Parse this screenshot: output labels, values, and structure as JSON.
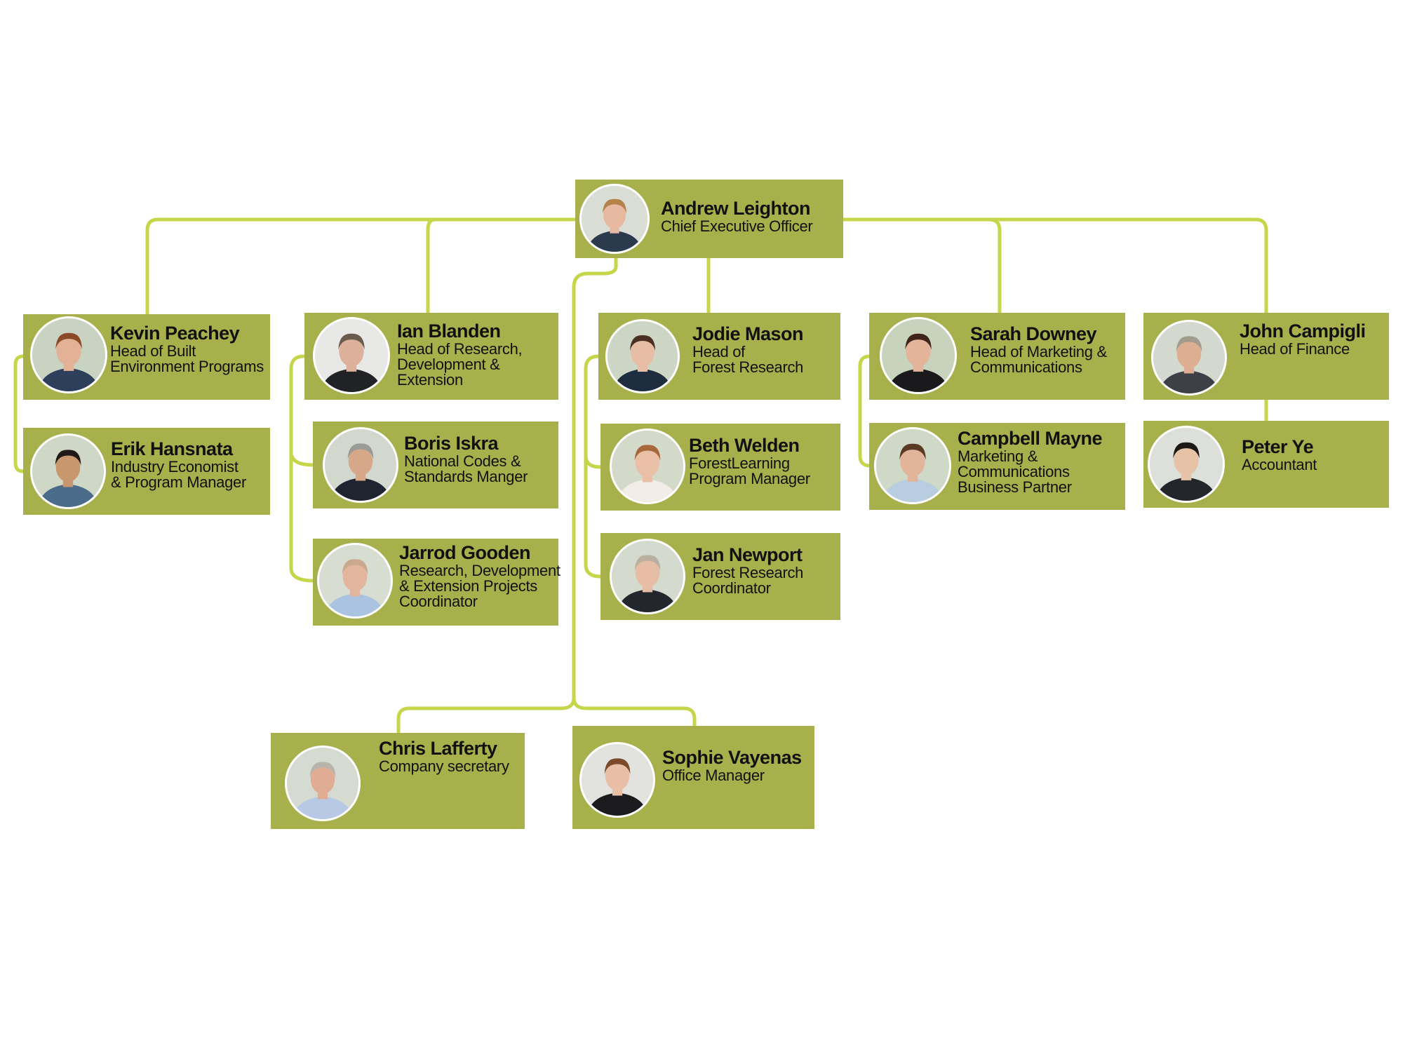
{
  "chart": {
    "line_color": "#c6d64a",
    "card_color": "#a8b04c",
    "people": [
      {
        "id": "andrew",
        "name": "Andrew Leighton",
        "role": [
          "Chief Executive Officer"
        ],
        "photo": "portrait-andrew-leighton",
        "skin": "#e6b9a0",
        "hair": "#b5834a",
        "suit": "#2b3a4d",
        "bg": "#d9ddd4"
      },
      {
        "id": "kevin",
        "name": "Kevin Peachey",
        "role": [
          "Head of Built",
          "Environment Programs"
        ],
        "photo": "portrait-kevin-peachey",
        "skin": "#e2b196",
        "hair": "#8a4a28",
        "suit": "#2e3f5c",
        "bg": "#c9d3c2"
      },
      {
        "id": "erik",
        "name": "Erik Hansnata",
        "role": [
          "Industry Economist",
          "& Program Manager"
        ],
        "photo": "portrait-erik-hansnata",
        "skin": "#c9976e",
        "hair": "#1f1a17",
        "suit": "#4a6b8a",
        "bg": "#cfd8c6"
      },
      {
        "id": "ian",
        "name": "Ian Blanden",
        "role": [
          "Head of Research,",
          "Development &",
          "Extension"
        ],
        "photo": "portrait-ian-blanden",
        "skin": "#dcb09a",
        "hair": "#6b5b4e",
        "suit": "#202226",
        "bg": "#e8e8e6"
      },
      {
        "id": "boris",
        "name": "Boris Iskra",
        "role": [
          "National Codes &",
          "Standards Manger"
        ],
        "photo": "portrait-boris-iskra",
        "skin": "#d7a789",
        "hair": "#9a9a98",
        "suit": "#1f2430",
        "bg": "#d3d8cf"
      },
      {
        "id": "jarrod",
        "name": "Jarrod Gooden",
        "role": [
          "Research, Development",
          "& Extension Projects",
          "Coordinator"
        ],
        "photo": "portrait-jarrod-gooden",
        "skin": "#e3b59c",
        "hair": "#c9a98d",
        "suit": "#a9c3e0",
        "bg": "#d8ddd2"
      },
      {
        "id": "jodie",
        "name": "Jodie Mason",
        "role": [
          "Head of",
          "Forest Research"
        ],
        "photo": "portrait-jodie-mason",
        "skin": "#e8bda5",
        "hair": "#4a2f22",
        "suit": "#1d2c3f",
        "bg": "#cdd6c4"
      },
      {
        "id": "beth",
        "name": "Beth Welden",
        "role": [
          "ForestLearning",
          "Program Manager"
        ],
        "photo": "portrait-beth-welden",
        "skin": "#e9c0a6",
        "hair": "#a8683c",
        "suit": "#f2ede6",
        "bg": "#d3dac9"
      },
      {
        "id": "jan",
        "name": "Jan Newport",
        "role": [
          "Forest Research",
          "Coordinator"
        ],
        "photo": "portrait-jan-newport",
        "skin": "#e5bca4",
        "hair": "#b9b0a2",
        "suit": "#23262c",
        "bg": "#d4dacd"
      },
      {
        "id": "sarah",
        "name": "Sarah Downey",
        "role": [
          "Head of Marketing &",
          "Communications"
        ],
        "photo": "portrait-sarah-downey",
        "skin": "#e3b49a",
        "hair": "#3e2419",
        "suit": "#1a1a1c",
        "bg": "#c8d3be"
      },
      {
        "id": "campbell",
        "name": "Campbell Mayne",
        "role": [
          "Marketing &",
          "Communications",
          "Business Partner"
        ],
        "photo": "portrait-campbell-mayne",
        "skin": "#e2b49a",
        "hair": "#5a3a24",
        "suit": "#b8cde0",
        "bg": "#cfd9c8"
      },
      {
        "id": "john",
        "name": "John Campigli",
        "role": [
          "Head of Finance"
        ],
        "photo": "portrait-john-campigli",
        "skin": "#ddae92",
        "hair": "#a39b8e",
        "suit": "#3d4046",
        "bg": "#d4d9cf"
      },
      {
        "id": "peter",
        "name": "Peter Ye",
        "role": [
          "Accountant"
        ],
        "photo": "portrait-peter-ye",
        "skin": "#e6c3a6",
        "hair": "#1b1816",
        "suit": "#23262b",
        "bg": "#dde0da"
      },
      {
        "id": "chris",
        "name": "Chris Lafferty",
        "role": [
          "Company secretary"
        ],
        "photo": "portrait-chris-lafferty",
        "skin": "#e0ad94",
        "hair": "#b9b4ab",
        "suit": "#b7c9e4",
        "bg": "#d6dbd1"
      },
      {
        "id": "sophie",
        "name": "Sophie Vayenas",
        "role": [
          "Office Manager"
        ],
        "photo": "portrait-sophie-vayenas",
        "skin": "#e8bfa6",
        "hair": "#7a4a2a",
        "suit": "#1b1b1d",
        "bg": "#e2e3df"
      }
    ]
  }
}
